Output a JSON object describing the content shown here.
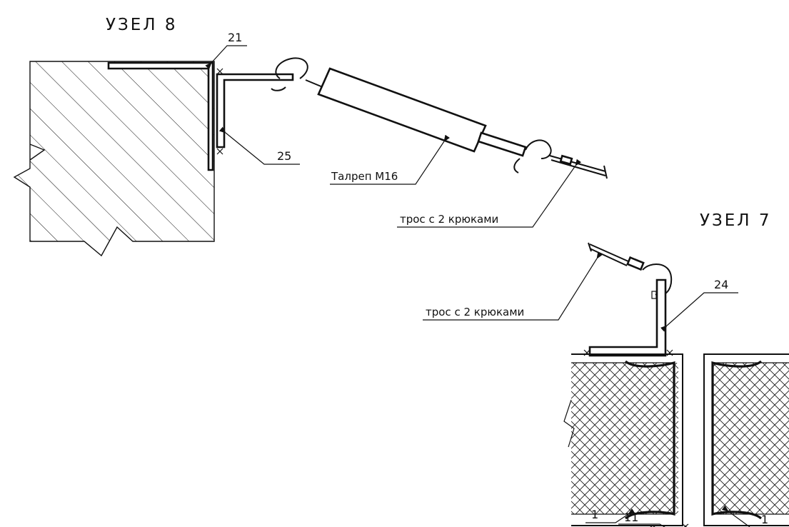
{
  "node8": {
    "title": "УЗЕЛ 8",
    "callouts": {
      "angle_top": "21",
      "angle_side": "25",
      "turnbuckle": "Талреп М16",
      "cable": "трос с 2 крюками"
    }
  },
  "node7": {
    "title": "УЗЕЛ 7",
    "callouts": {
      "cable": "трос с 2 крюками",
      "angle": "24",
      "panel_left": "1",
      "joint_strip": "11",
      "panel_right": "1"
    }
  },
  "colors": {
    "line": "#111111",
    "background": "#ffffff"
  }
}
